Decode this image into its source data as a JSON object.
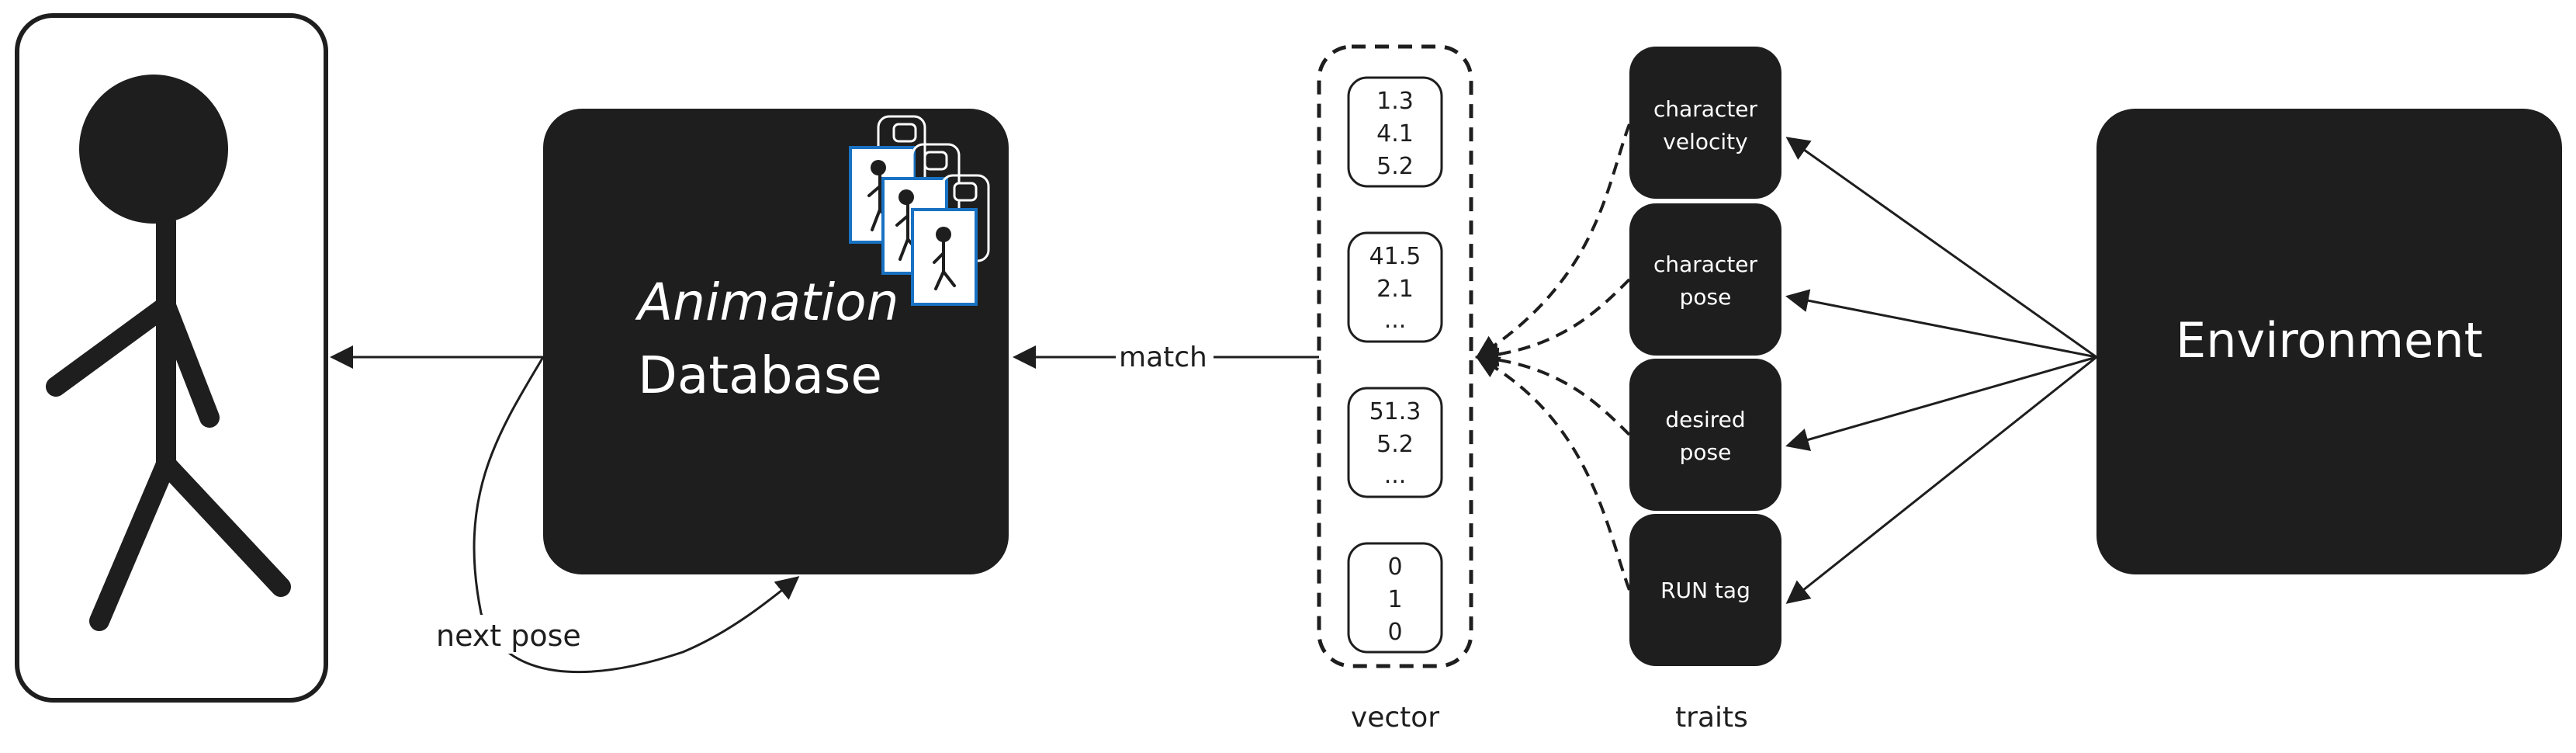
{
  "colors": {
    "ink": "#1e1e1e",
    "paper": "#ffffff",
    "accent": "#1971c2"
  },
  "icons": {
    "character": "stick-figure-icon",
    "frames": "animation-frame-icon"
  },
  "database": {
    "line1": "Animation",
    "line2": "Database"
  },
  "environment": {
    "label": "Environment"
  },
  "vector": {
    "label": "vector",
    "cells": [
      [
        "1.3",
        "4.1",
        "5.2"
      ],
      [
        "41.5",
        "2.1",
        "..."
      ],
      [
        "51.3",
        "5.2",
        "..."
      ],
      [
        "0",
        "1",
        "0"
      ]
    ]
  },
  "traits": {
    "label": "traits",
    "items": [
      [
        "character",
        "velocity"
      ],
      [
        "character",
        "pose"
      ],
      [
        "desired",
        "pose"
      ],
      [
        "RUN tag"
      ]
    ]
  },
  "edges": {
    "match": "match",
    "next_pose": "next pose"
  }
}
